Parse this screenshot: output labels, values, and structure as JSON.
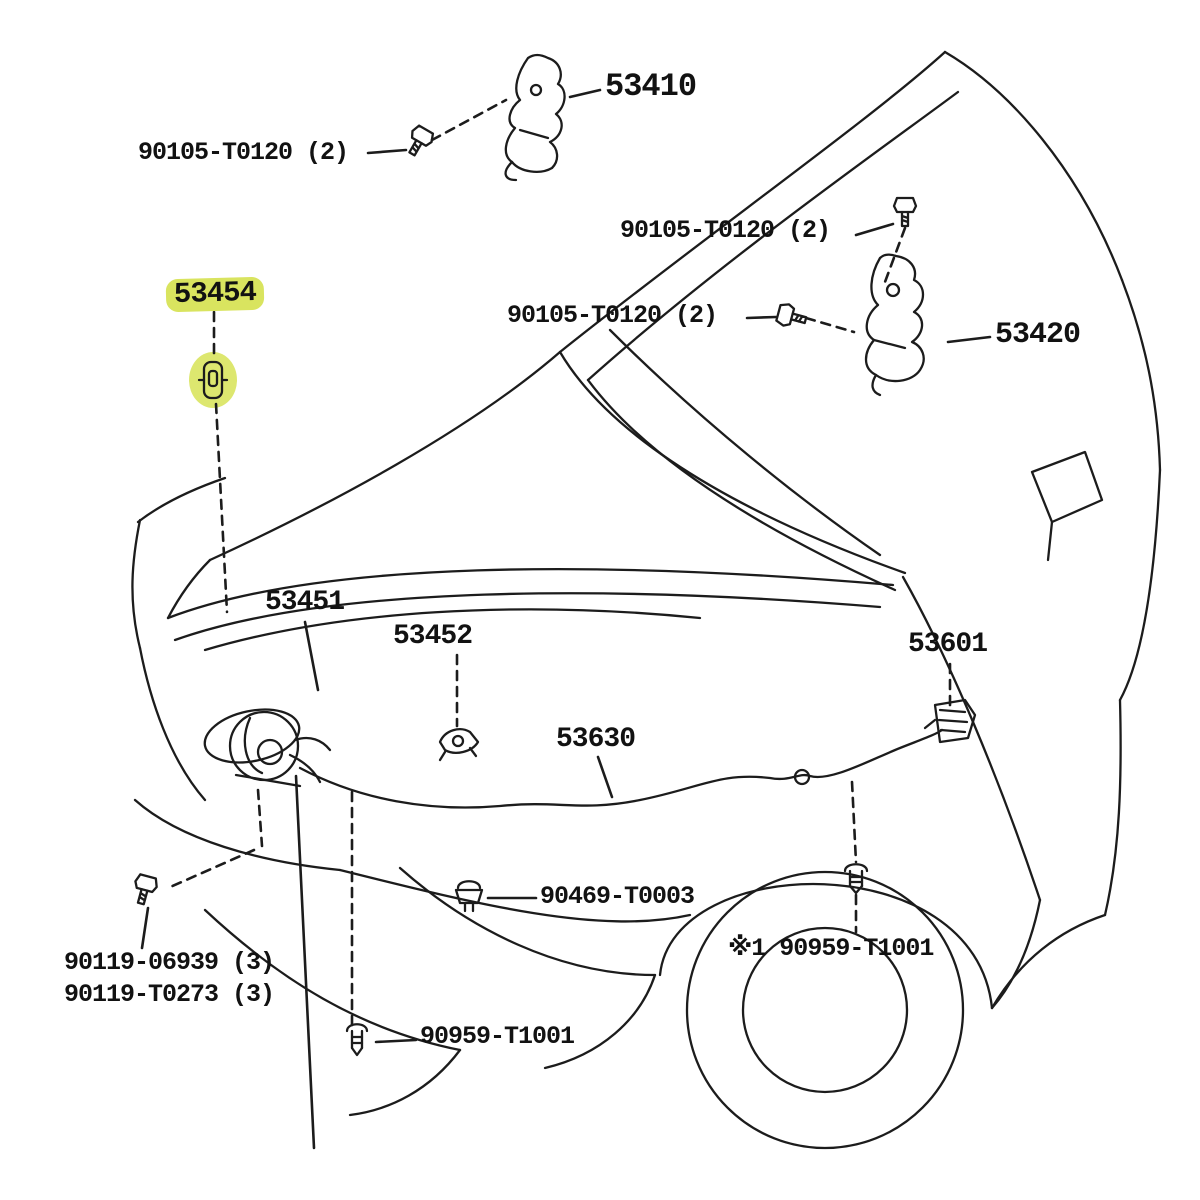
{
  "diagram": {
    "type": "parts-diagram",
    "description": "Vehicle front hood, hinge and hood-lock exploded parts diagram with callout part numbers",
    "highlight_color": "#d9e45f",
    "line_color": "#1c1c1c",
    "labels": [
      {
        "part_no": "53410",
        "highlighted": false
      },
      {
        "part_no": "90105-T0120 (2)",
        "highlighted": false
      },
      {
        "part_no": "90105-T0120 (2)",
        "highlighted": false
      },
      {
        "part_no": "90105-T0120 (2)",
        "highlighted": false
      },
      {
        "part_no": "53454",
        "highlighted": true
      },
      {
        "part_no": "53420",
        "highlighted": false
      },
      {
        "part_no": "53451",
        "highlighted": false
      },
      {
        "part_no": "53452",
        "highlighted": false
      },
      {
        "part_no": "53601",
        "highlighted": false
      },
      {
        "part_no": "53630",
        "highlighted": false
      },
      {
        "part_no": "90469-T0003",
        "highlighted": false
      },
      {
        "part_no": "90119-06939 (3)",
        "highlighted": false
      },
      {
        "part_no": "90119-T0273 (3)",
        "highlighted": false
      },
      {
        "part_no": "90959-T1001",
        "highlighted": false
      },
      {
        "part_no": "※1 90959-T1001",
        "highlighted": false
      }
    ]
  }
}
